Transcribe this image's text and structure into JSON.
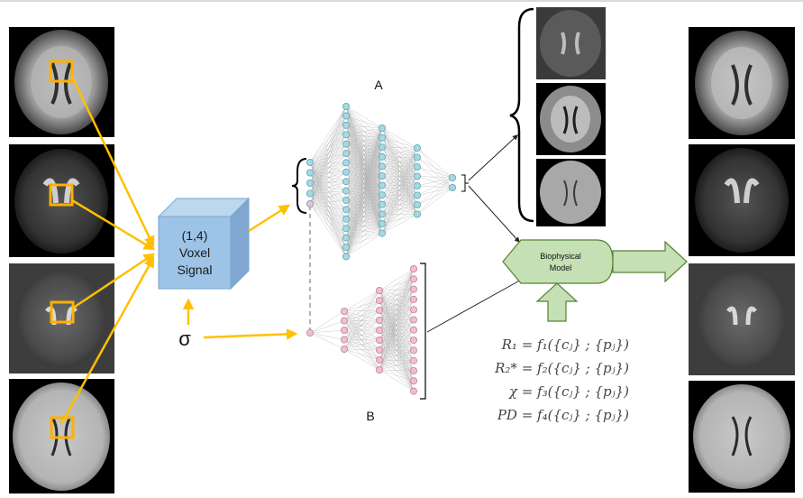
{
  "voxel_box": {
    "line1": "(1,4)",
    "line2": "Voxel",
    "line3": "Signal",
    "color": "#9dc3e6"
  },
  "sigma": "σ",
  "network_a": {
    "label": "A",
    "node_color": "#a8d8e0"
  },
  "network_b": {
    "label": "B",
    "node_color": "#f0c0cc"
  },
  "biophysical_model": {
    "line1": "Biophysical",
    "line2": "Model",
    "color": "#c5e0b4"
  },
  "equations": [
    "R₁ = f₁({cⱼ} ; {pⱼ})",
    "R₂* = f₂({cⱼ} ; {pⱼ})",
    "χ = f₃({cⱼ} ; {pⱼ})",
    "PD = f₄({cⱼ} ; {pⱼ})"
  ],
  "colors": {
    "arrow_yellow": "#ffc000",
    "roi_box": "#ffb000",
    "green_arrow": "#c5e0b4",
    "green_stroke": "#548235"
  }
}
